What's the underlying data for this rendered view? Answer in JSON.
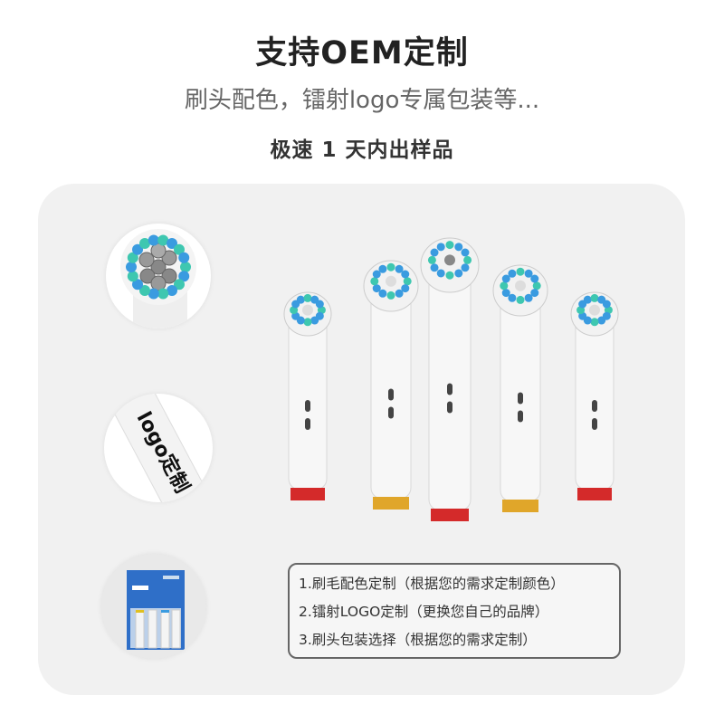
{
  "header": {
    "title": "支持OEM定制",
    "subtitle": "刷头配色，镭射logo专属包装等...",
    "tagline": "极速 1 天内出样品"
  },
  "features": [
    {
      "text": "1.刷毛配色定制（根据您的需求定制颜色）"
    },
    {
      "text": "2.镭射LOGO定制（更换您自己的品牌）"
    },
    {
      "text": "3.刷头包装选择（根据您的需求定制）"
    }
  ],
  "logo_sample": {
    "text": "logo定制"
  },
  "colors": {
    "ring_red": "#d42a2a",
    "ring_gold": "#e0a62a",
    "bristle_blue": "#3a9be0",
    "bristle_teal": "#3ec7b0",
    "panel_bg": "#f1f1f1"
  }
}
